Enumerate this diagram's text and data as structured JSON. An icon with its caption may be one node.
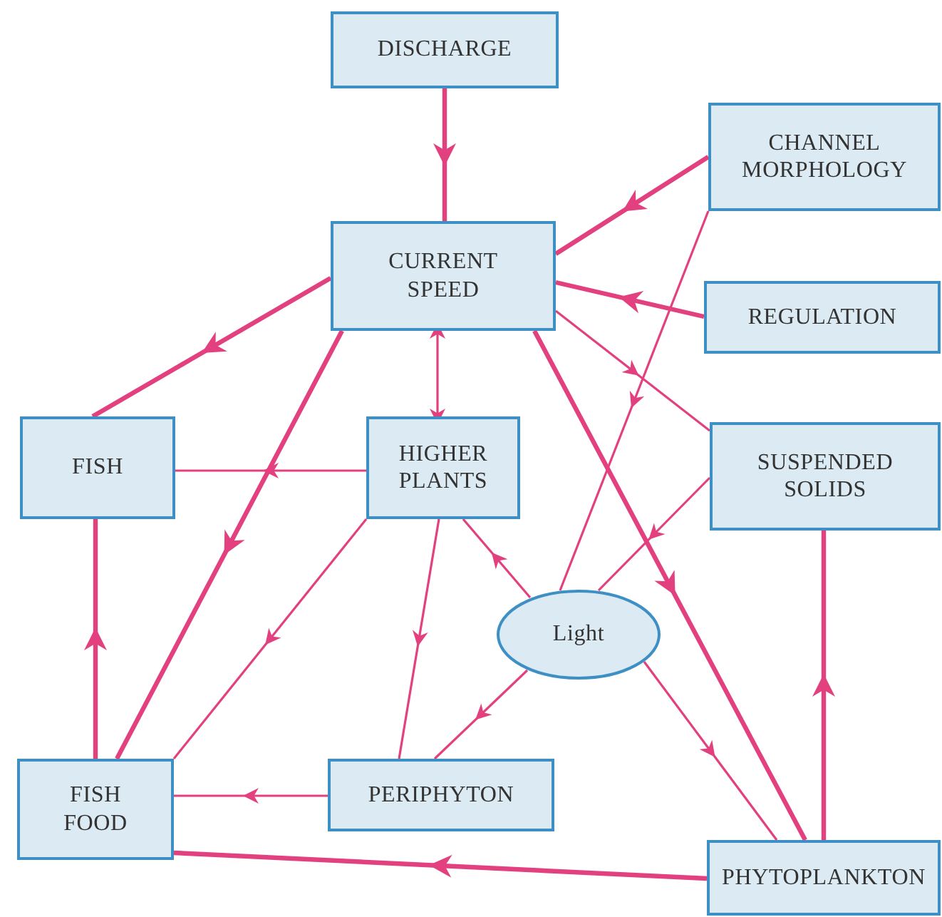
{
  "diagram": {
    "nodes": [
      {
        "text": [
          "DISCHARGE"
        ]
      },
      {
        "text": [
          "CHANNEL MORPHOLOGY"
        ]
      },
      {
        "text": [
          "CURRENT SPEED"
        ]
      },
      {
        "text": [
          "REGULATION"
        ]
      },
      {
        "text": [
          "FISH"
        ]
      },
      {
        "text": [
          "HIGHER PLANTS"
        ]
      },
      {
        "text": [
          "SUSPENDED SOLIDS"
        ]
      },
      {
        "text": [
          "Light"
        ]
      },
      {
        "text": [
          "FISH FOOD"
        ]
      },
      {
        "text": [
          "PERIPHYTON"
        ]
      },
      {
        "text": [
          "PHYTOPLANKTON"
        ]
      }
    ],
    "edges": [
      {
        "from": 0,
        "to": 2,
        "arrow": "to",
        "style": "thick"
      },
      {
        "from": 1,
        "to": 2,
        "arrow": "to",
        "style": "thick"
      },
      {
        "from": 3,
        "to": 2,
        "arrow": "to",
        "style": "thick"
      },
      {
        "from": 2,
        "to": 4,
        "arrow": "to",
        "style": "thick"
      },
      {
        "from": 2,
        "to": 8,
        "arrow": "to",
        "style": "thick"
      },
      {
        "from": 2,
        "to": 5,
        "arrow": "both"
      },
      {
        "from": 2,
        "to": 10,
        "arrow": "to",
        "style": "thick"
      },
      {
        "from": 2,
        "to": 6,
        "arrow": "to"
      },
      {
        "from": 1,
        "to": 7,
        "arrow": "to"
      },
      {
        "from": 5,
        "to": 4,
        "arrow": "to"
      },
      {
        "from": 5,
        "to": 8,
        "arrow": "to"
      },
      {
        "from": 5,
        "to": 9,
        "arrow": "to"
      },
      {
        "from": 7,
        "to": 5,
        "arrow": "to"
      },
      {
        "from": 6,
        "to": 7,
        "arrow": "to"
      },
      {
        "from": 7,
        "to": 9,
        "arrow": "to"
      },
      {
        "from": 7,
        "to": 10,
        "arrow": "to"
      },
      {
        "from": 9,
        "to": 8,
        "arrow": "to"
      },
      {
        "from": 10,
        "to": 8,
        "arrow": "to",
        "style": "thick"
      },
      {
        "from": 10,
        "to": 6,
        "arrow": "to",
        "style": "thick"
      },
      {
        "from": 8,
        "to": 4,
        "arrow": "to",
        "style": "thick"
      }
    ]
  }
}
